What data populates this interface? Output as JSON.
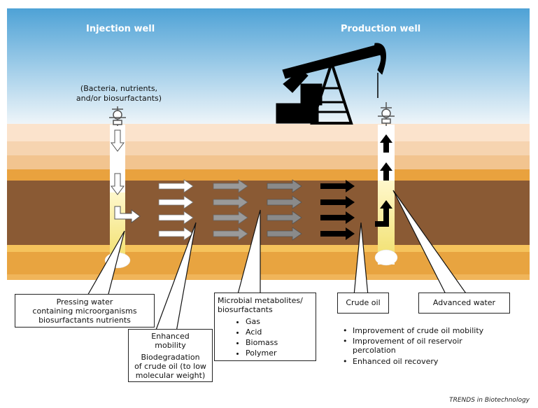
{
  "titles": {
    "injection": "Injection well",
    "production": "Production well"
  },
  "injection_note": [
    "(Bacteria, nutrients,",
    "and/or biosurfactants)"
  ],
  "boxes": {
    "pressing": [
      "Pressing water",
      "containing microorganisms",
      "biosurfactants nutrients"
    ],
    "enhanced_title": [
      "Enhanced",
      "mobility"
    ],
    "enhanced_body": [
      "Biodegradation",
      "of crude oil (to low",
      "molecular weight)"
    ],
    "microbial_title": [
      "Microbial metabolites/",
      "biosurfactants"
    ],
    "microbial_items": [
      "Gas",
      "Acid",
      "Biomass",
      "Polymer"
    ],
    "crude": "Crude oil",
    "advanced": "Advanced water"
  },
  "bullets": [
    "Improvement of crude oil mobility",
    "Improvement of oil reservoir",
    "percolation",
    "Enhanced oil recovery"
  ],
  "credit": "TRENDS in Biotechnology",
  "colors": {
    "sky_top": "#5aa9d9",
    "sky_bottom": "#e6f1f7",
    "reservoir": "#8a5a34",
    "oil_well": "#f2e27a",
    "arrow_white": "#ffffff",
    "arrow_gray": "#9a9a9a",
    "arrow_black": "#000000"
  }
}
